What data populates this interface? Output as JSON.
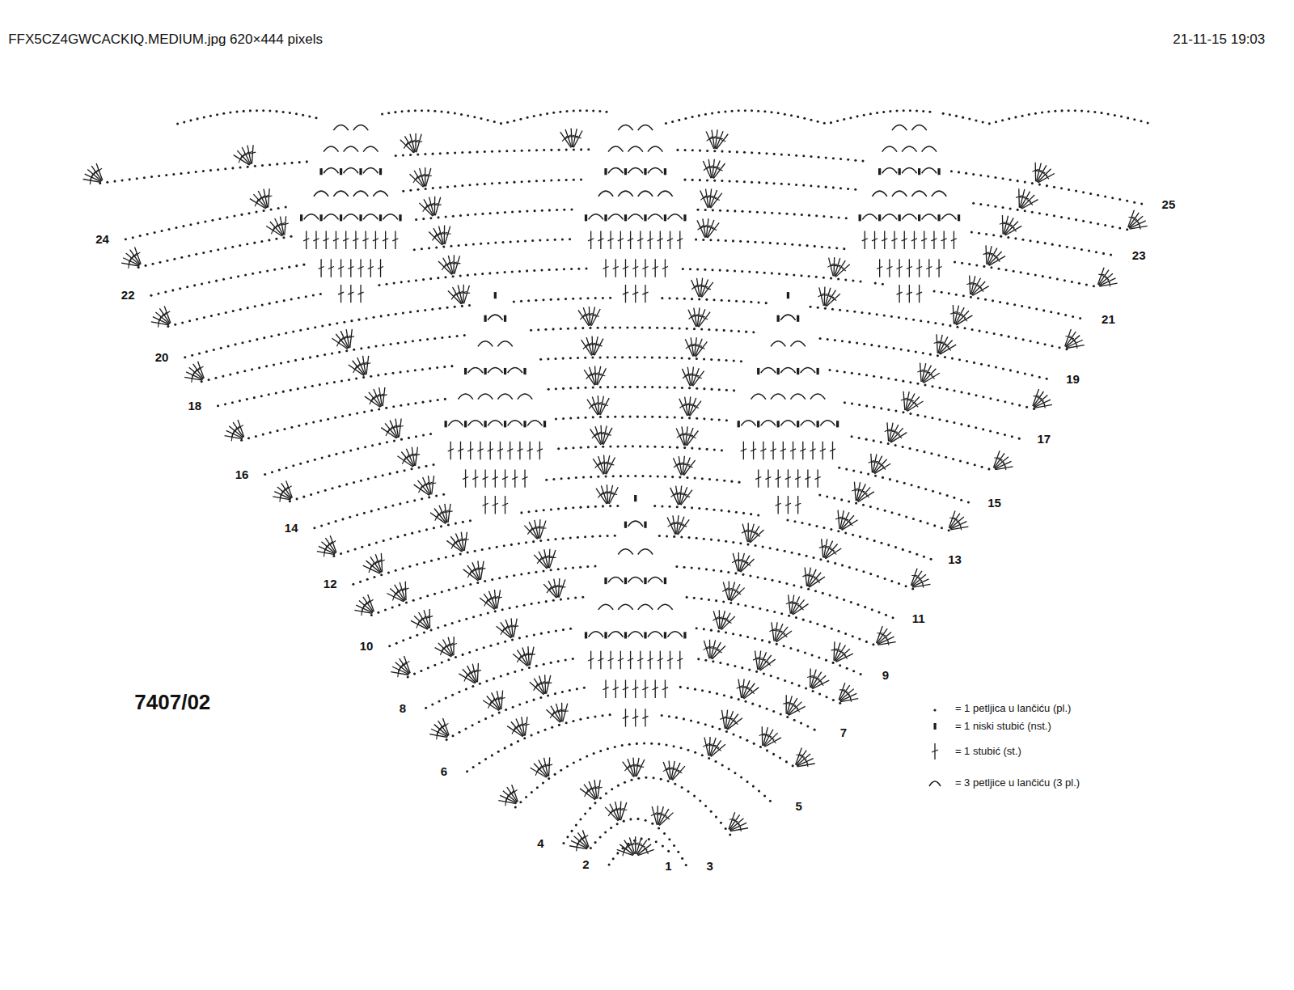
{
  "diagram": {
    "labels": [
      "FFX5CZ4GWCACKIQ.MEDIUM.jpg 620×444 pixels",
      "21-11-15 19:03",
      "7407/02",
      "1",
      "2",
      "3",
      "4",
      "5",
      "6",
      "7",
      "8",
      "9",
      "10",
      "11",
      "12",
      "13",
      "14",
      "15",
      "16",
      "17",
      "18",
      "19",
      "20",
      "21",
      "22",
      "23",
      "24",
      "25"
    ],
    "legend": [
      {
        "text": "= 1 petljica u lančiću (pl.)"
      },
      {
        "text": "= 1 niski stubić (nst.)"
      },
      {
        "text": "= 1 stubić (st.)"
      },
      {
        "text": "= 3 petljice u lančiću (3 pl.)"
      }
    ]
  }
}
